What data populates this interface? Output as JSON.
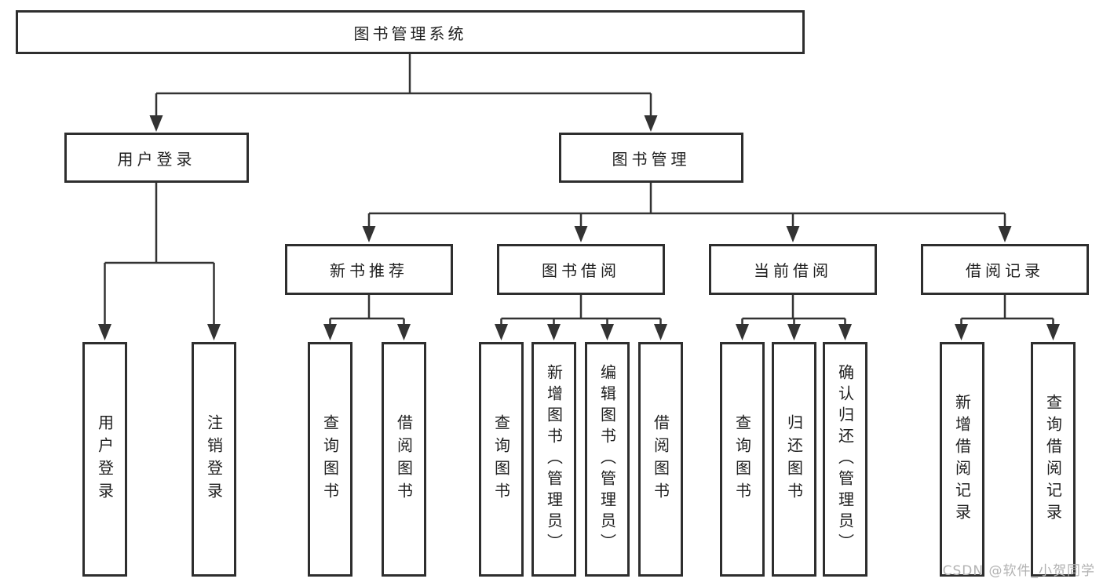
{
  "tree": {
    "label": "图书管理系统",
    "children": [
      {
        "label": "用户登录",
        "children": [
          {
            "label": "用户登录"
          },
          {
            "label": "注销登录"
          }
        ]
      },
      {
        "label": "图书管理",
        "children": [
          {
            "label": "新书推荐",
            "children": [
              {
                "label": "查询图书"
              },
              {
                "label": "借阅图书"
              }
            ]
          },
          {
            "label": "图书借阅",
            "children": [
              {
                "label": "查询图书"
              },
              {
                "label": "新增图书（管理员）"
              },
              {
                "label": "编辑图书（管理员）"
              },
              {
                "label": "借阅图书"
              }
            ]
          },
          {
            "label": "当前借阅",
            "children": [
              {
                "label": "查询图书"
              },
              {
                "label": "归还图书"
              },
              {
                "label": "确认归还（管理员）"
              }
            ]
          },
          {
            "label": "借阅记录",
            "children": [
              {
                "label": "新增借阅记录"
              },
              {
                "label": "查询借阅记录"
              }
            ]
          }
        ]
      }
    ]
  },
  "watermark": {
    "text": "CSDN @软件_小贺同学"
  },
  "colors": {
    "line": "#333333",
    "box_border": "#2e2e2e",
    "text": "#1f1f1f",
    "background": "#ffffff",
    "watermark": "#b2b2b2"
  }
}
